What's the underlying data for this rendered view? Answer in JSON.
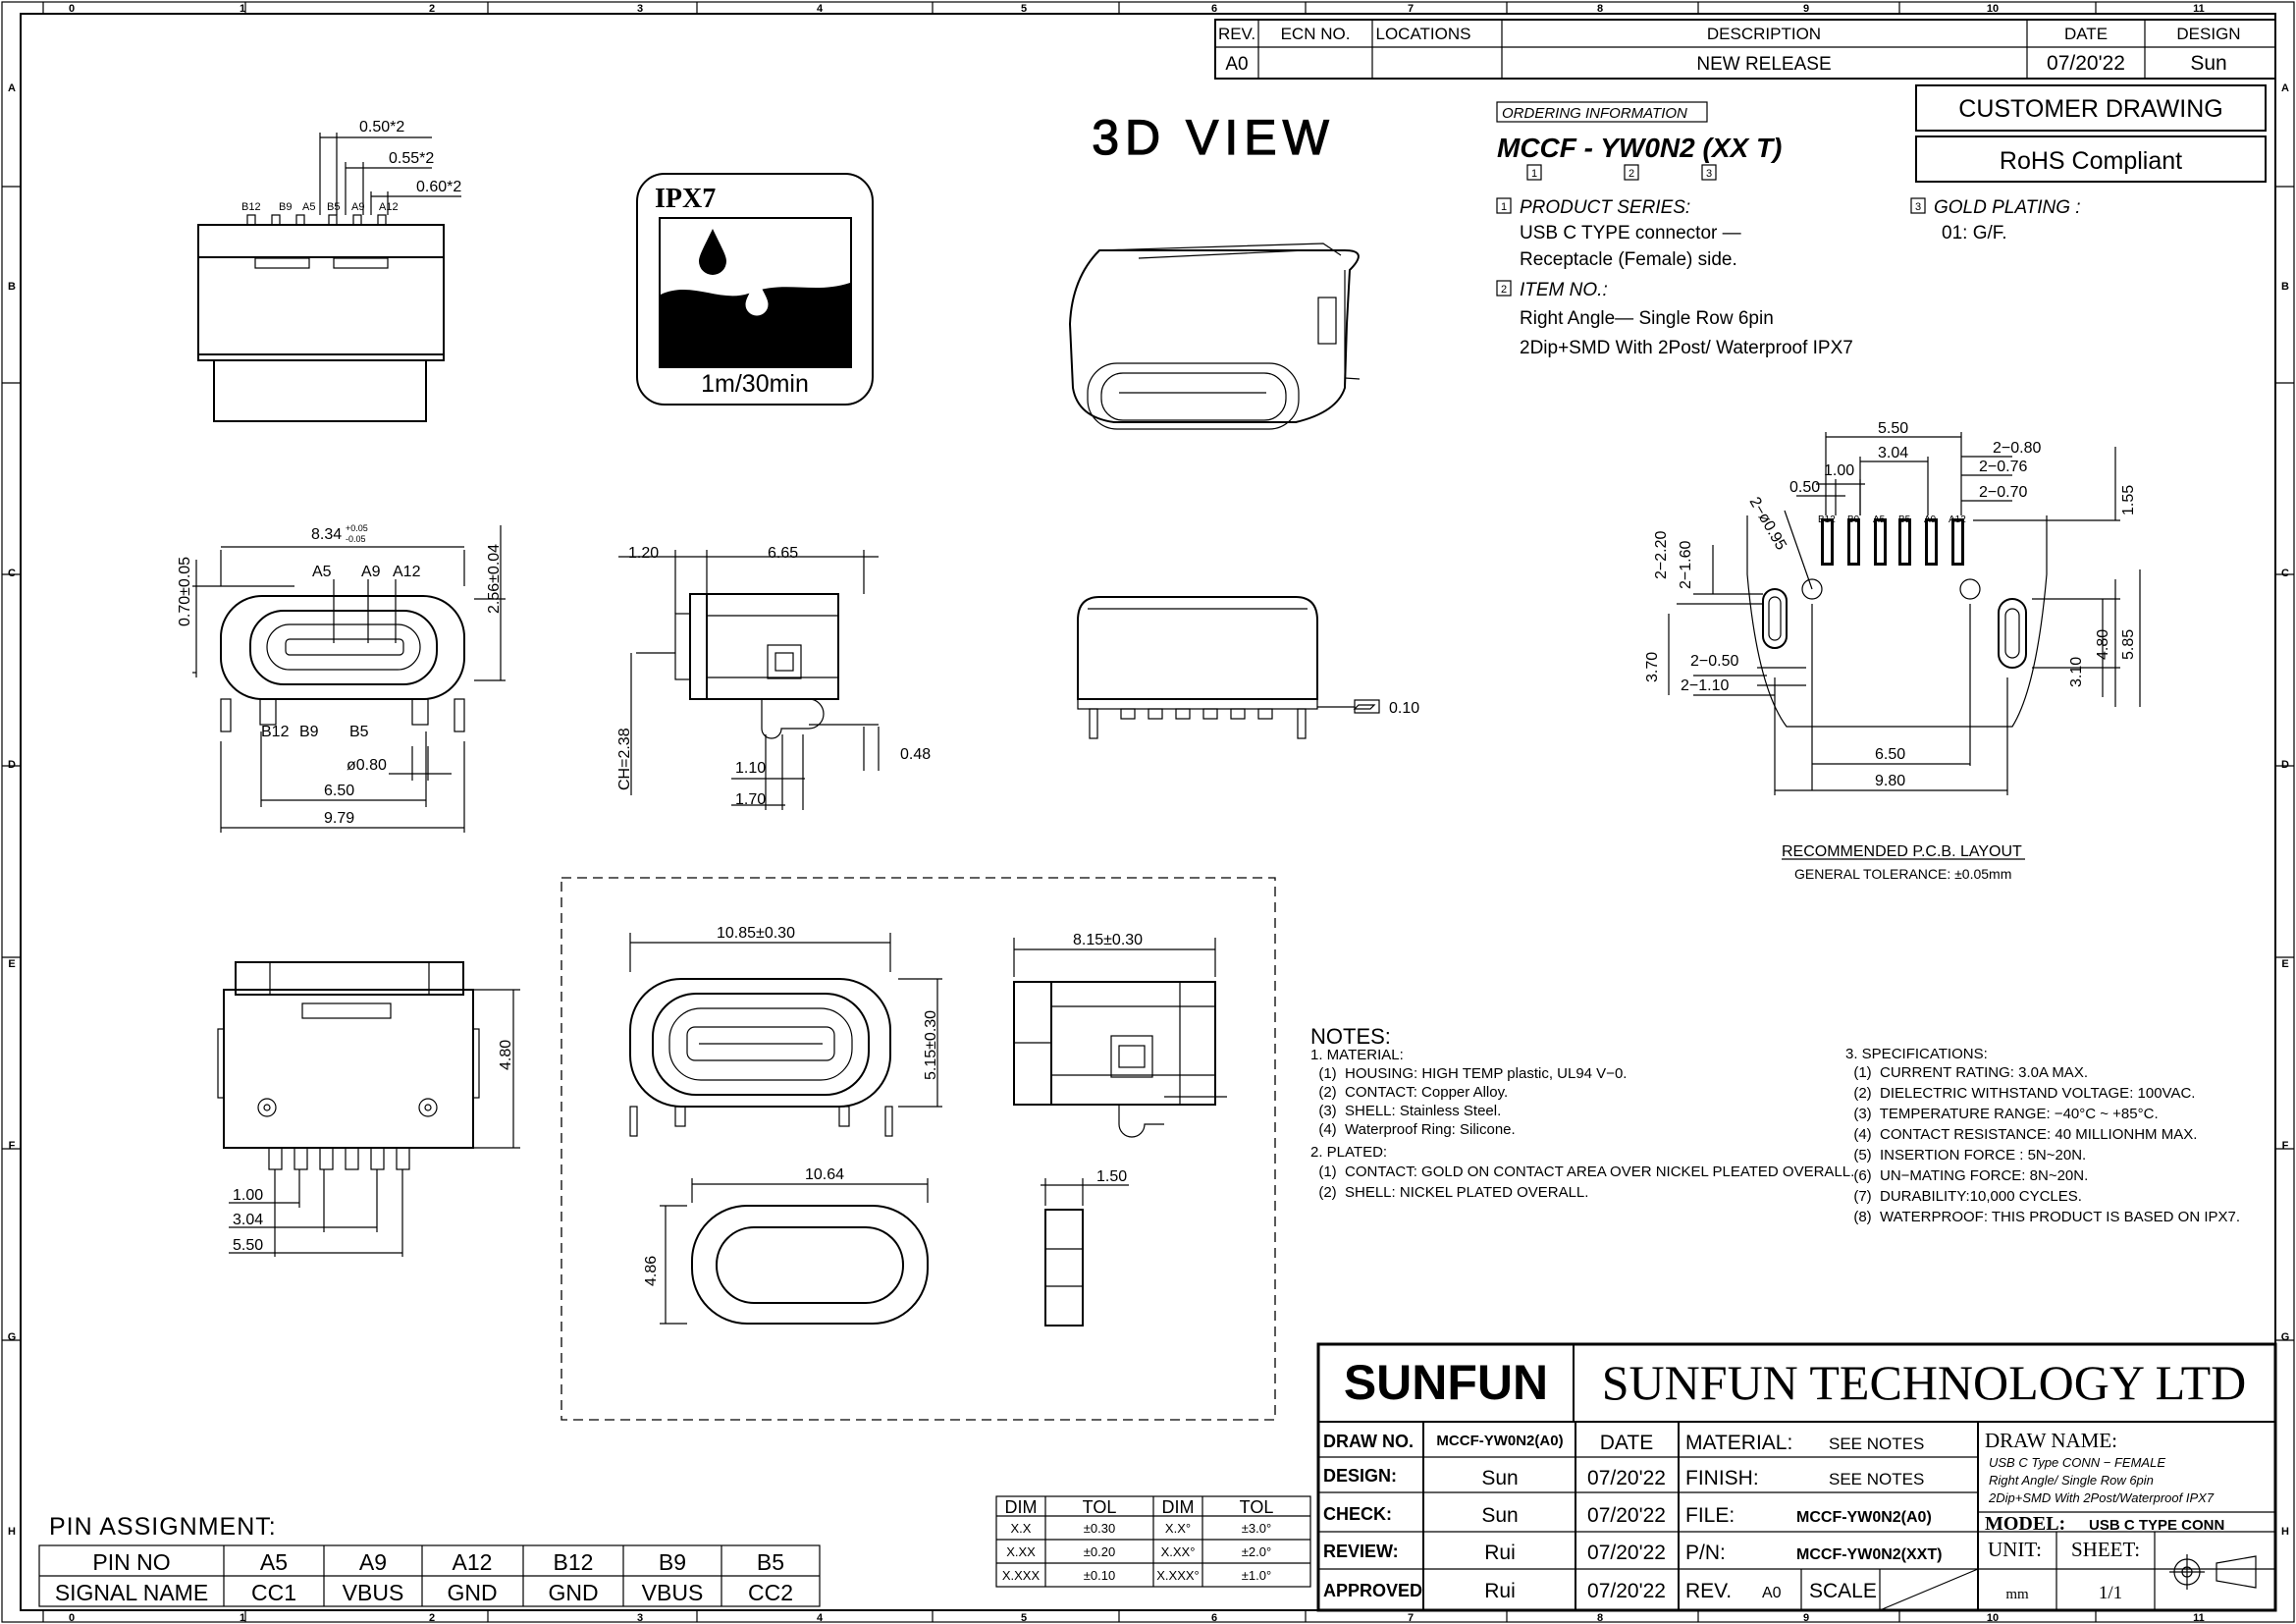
{
  "border": {
    "top_cols": [
      "0",
      "1",
      "2",
      "3",
      "4",
      "5",
      "6",
      "7",
      "8",
      "9",
      "10",
      "11"
    ],
    "bottom_cols": [
      "0",
      "1",
      "2",
      "3",
      "4",
      "5",
      "6",
      "7",
      "8",
      "9",
      "10",
      "11"
    ],
    "rows": [
      "A",
      "B",
      "C",
      "D",
      "E",
      "F",
      "G",
      "H"
    ]
  },
  "revision": {
    "headers": [
      "REV.",
      "ECN NO.",
      "LOCATIONS",
      "DESCRIPTION",
      "DATE",
      "DESIGN"
    ],
    "row": [
      "A0",
      "",
      "",
      "NEW RELEASE",
      "07/20'22",
      "Sun"
    ]
  },
  "badges": {
    "customer": "CUSTOMER DRAWING",
    "rohs": "RoHS Compliant"
  },
  "view3d_title": "3D VIEW",
  "ipx": {
    "title": "IPX7",
    "caption": "1m/30min"
  },
  "ordering": {
    "title": "ORDERING INFORMATION",
    "part": "MCCF - YW0N2 (XX T)",
    "idx": [
      "1",
      "2",
      "3"
    ],
    "s1_title": "PRODUCT SERIES:",
    "s1_lines": [
      "USB C TYPE connector —",
      "Receptacle (Female) side."
    ],
    "s2_title": "ITEM NO.:",
    "s2_lines": [
      "Right Angle— Single Row 6pin",
      "2Dip+SMD With 2Post/ Waterproof IPX7"
    ],
    "s3_title": "GOLD PLATING :",
    "s3_lines": [
      "01: G/F."
    ]
  },
  "top_view": {
    "dims": [
      "0.50*2",
      "0.55*2",
      "0.60*2"
    ],
    "pins": [
      "B12",
      "B9",
      "A5",
      "B5",
      "A9",
      "A12"
    ]
  },
  "front_view": {
    "dims": [
      "8.34",
      "+0.05",
      "-0.05",
      "0.70±0.05",
      "2.56±0.04",
      "A5",
      "A9",
      "A12",
      "B12",
      "B9",
      "B5",
      "ø0.80",
      "6.50",
      "9.79"
    ]
  },
  "side_view": {
    "dims": [
      "1.20",
      "6.65",
      "CH=2.38",
      "1.10",
      "1.70",
      "0.48"
    ]
  },
  "flatness": {
    "value": "0.10"
  },
  "pcb": {
    "dims": [
      "5.50",
      "3.04",
      "1.00",
      "0.50",
      "2−0.80",
      "2−0.76",
      "2−0.70",
      "1.55",
      "2−2.20",
      "2−1.60",
      "2−ø0.95",
      "3.70",
      "2−0.50",
      "2−1.10",
      "3.10",
      "4.80",
      "5.85",
      "6.50",
      "9.80"
    ],
    "pins": [
      "B12",
      "B9",
      "A5",
      "B5",
      "A9",
      "A12"
    ],
    "caption": "RECOMMENDED   P.C.B. LAYOUT",
    "tolerance": "GENERAL TOLERANCE: ±0.05mm"
  },
  "bottom_view": {
    "dims": [
      "4.80",
      "1.00",
      "3.04",
      "5.50"
    ]
  },
  "box_views": {
    "dims": [
      "10.85±0.30",
      "5.15±0.30",
      "8.15±0.30",
      "10.64",
      "4.86",
      "1.50"
    ]
  },
  "notes": {
    "title": "NOTES:",
    "left": [
      "1. MATERIAL:",
      "  (1)  HOUSING: HIGH TEMP plastic, UL94 V−0.",
      "  (2)  CONTACT: Copper Alloy.",
      "  (3)  SHELL: Stainless Steel.",
      "  (4)  Waterproof Ring: Silicone.",
      "2. PLATED:",
      "  (1)  CONTACT: GOLD ON CONTACT AREA OVER NICKEL PLEATED OVERALL.",
      "  (2)  SHELL: NICKEL PLATED OVERALL."
    ],
    "right": [
      "3. SPECIFICATIONS:",
      "  (1)  CURRENT RATING: 3.0A MAX.",
      "  (2)  DIELECTRIC WITHSTAND VOLTAGE: 100VAC.",
      "  (3)  TEMPERATURE RANGE: −40°C ~ +85°C.",
      "  (4)  CONTACT RESISTANCE: 40 MILLIONHM MAX.",
      "  (5)  INSERTION FORCE : 5N~20N.",
      "  (6)  UN−MATING FORCE: 8N~20N.",
      "  (7)  DURABILITY:10,000 CYCLES.",
      "  (8)  WATERPROOF: THIS PRODUCT IS BASED ON IPX7."
    ]
  },
  "pin_assignment": {
    "title": "PIN ASSIGNMENT:",
    "row1": [
      "PIN NO",
      "A5",
      "A9",
      "A12",
      "B12",
      "B9",
      "B5"
    ],
    "row2": [
      "SIGNAL NAME",
      "CC1",
      "VBUS",
      "GND",
      "GND",
      "VBUS",
      "CC2"
    ]
  },
  "tolerance_table": {
    "headers": [
      "DIM",
      "TOL",
      "DIM",
      "TOL"
    ],
    "rows": [
      [
        "X.X",
        "±0.30",
        "X.X°",
        "±3.0°"
      ],
      [
        "X.XX",
        "±0.20",
        "X.XX°",
        "±2.0°"
      ],
      [
        "X.XXX",
        "±0.10",
        "X.XXX°",
        "±1.0°"
      ]
    ]
  },
  "title_block": {
    "logo": "SUNFUN",
    "company": "SUNFUN TECHNOLOGY LTD",
    "draw_no_label": "DRAW NO.",
    "draw_no": "MCCF-YW0N2(A0)",
    "date_label": "DATE",
    "rows": [
      {
        "label": "DESIGN:",
        "name": "Sun",
        "date": "07/20'22"
      },
      {
        "label": "CHECK:",
        "name": "Sun",
        "date": "07/20'22"
      },
      {
        "label": "REVIEW:",
        "name": "Rui",
        "date": "07/20'22"
      },
      {
        "label": "APPROVED",
        "name": "Rui",
        "date": "07/20'22"
      }
    ],
    "material_label": "MATERIAL:",
    "material": "SEE NOTES",
    "finish_label": "FINISH:",
    "finish": "SEE NOTES",
    "file_label": "FILE:",
    "file": "MCCF-YW0N2(A0)",
    "pn_label": "P/N:",
    "pn": "MCCF-YW0N2(XXT)",
    "rev_label": "REV.",
    "rev": "A0",
    "scale_label": "SCALE",
    "draw_name_label": "DRAW NAME:",
    "draw_name_lines": [
      "USB C Type CONN − FEMALE",
      "Right Angle/ Single Row 6pin",
      "2Dip+SMD With 2Post/Waterproof IPX7"
    ],
    "model_label": "MODEL:",
    "model": "USB C TYPE CONN",
    "unit_label": "UNIT:",
    "unit": "mm",
    "sheet_label": "SHEET:",
    "sheet": "1/1"
  }
}
